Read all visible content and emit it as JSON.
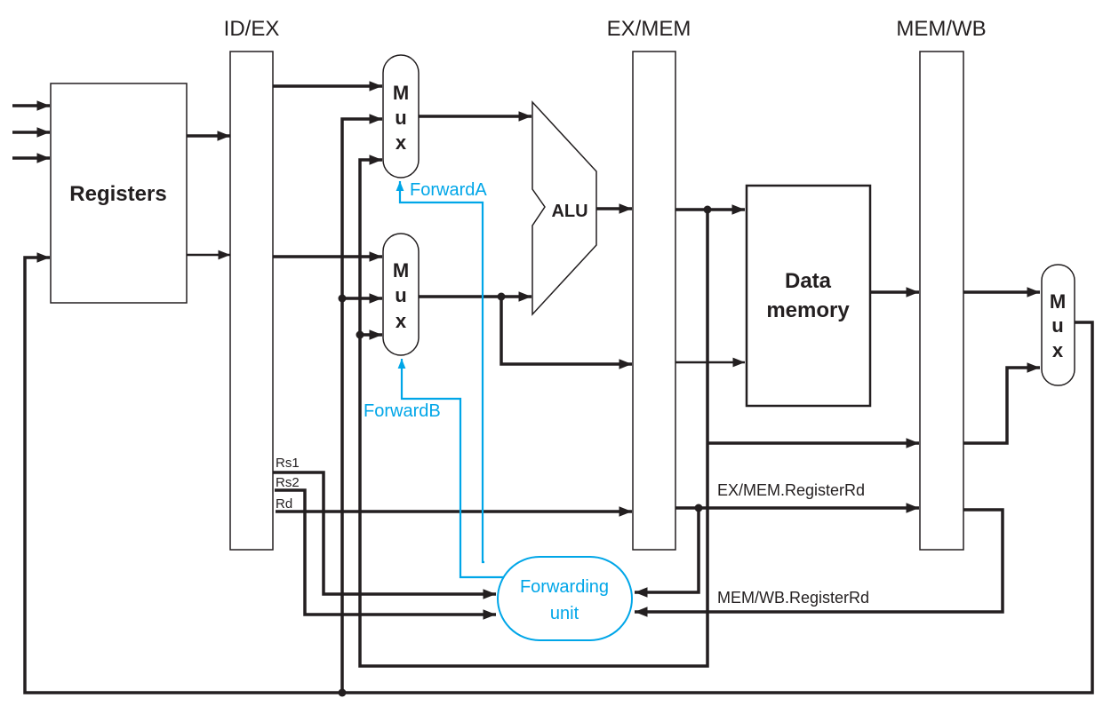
{
  "diagram": {
    "title": "Pipelined datapath with forwarding unit",
    "pipeline_registers": [
      {
        "id": "id-ex",
        "label": "ID/EX"
      },
      {
        "id": "ex-mem",
        "label": "EX/MEM"
      },
      {
        "id": "mem-wb",
        "label": "MEM/WB"
      }
    ],
    "blocks": {
      "registers": "Registers",
      "alu": "ALU",
      "data_memory_line1": "Data",
      "data_memory_line2": "memory",
      "forwarding_unit_line1": "Forwarding",
      "forwarding_unit_line2": "unit"
    },
    "mux_letters": [
      "M",
      "u",
      "x"
    ],
    "signals": {
      "forward_a": "ForwardA",
      "forward_b": "ForwardB",
      "rs1": "Rs1",
      "rs2": "Rs2",
      "rd": "Rd",
      "ex_mem_register_rd": "EX/MEM.RegisterRd",
      "mem_wb_register_rd": "MEM/WB.RegisterRd"
    },
    "colors": {
      "line": "#231f20",
      "control": "#00a6e8"
    }
  }
}
